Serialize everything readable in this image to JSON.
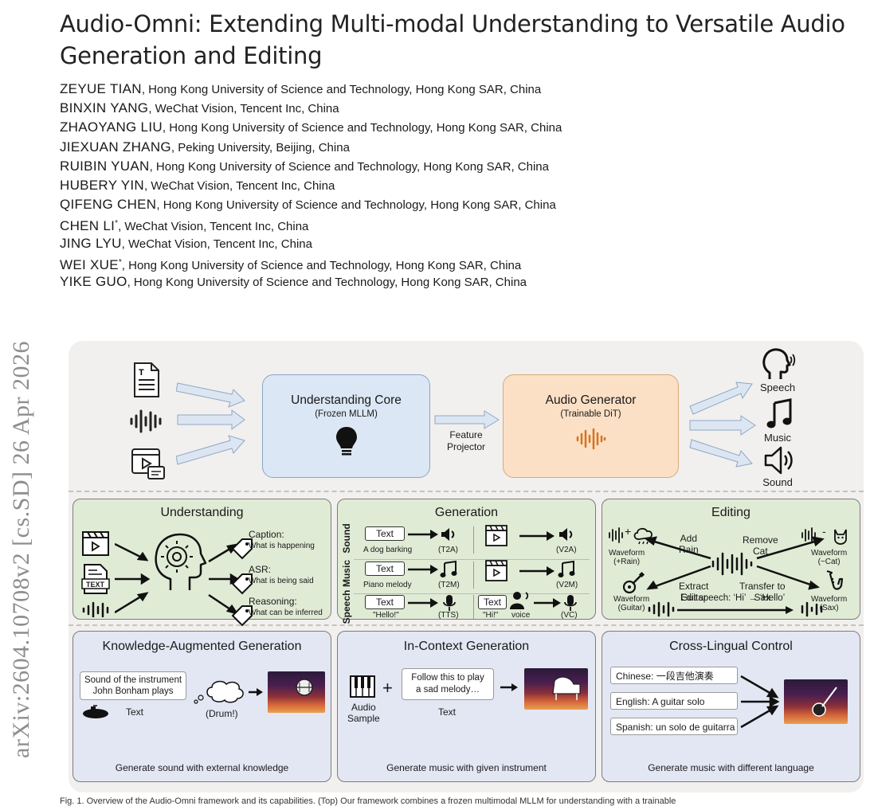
{
  "arxiv_stamp": "arXiv:2604.10708v2  [cs.SD]  26 Apr 2026",
  "title": "Audio-Omni: Extending Multi-modal Understanding to Versatile Audio Generation and Editing",
  "authors": [
    {
      "name": "ZEYUE TIAN",
      "mark": "",
      "affiliation": ", Hong Kong University of Science and Technology, Hong Kong SAR, China"
    },
    {
      "name": "BINXIN YANG",
      "mark": "",
      "affiliation": ", WeChat Vision, Tencent Inc, China"
    },
    {
      "name": "ZHAOYANG LIU",
      "mark": "",
      "affiliation": ", Hong Kong University of Science and Technology, Hong Kong SAR, China"
    },
    {
      "name": "JIEXUAN ZHANG",
      "mark": "",
      "affiliation": ", Peking University, Beijing, China"
    },
    {
      "name": "RUIBIN YUAN",
      "mark": "",
      "affiliation": ", Hong Kong University of Science and Technology, Hong Kong SAR, China"
    },
    {
      "name": "HUBERY YIN",
      "mark": "",
      "affiliation": ", WeChat Vision, Tencent Inc, China"
    },
    {
      "name": "QIFENG CHEN",
      "mark": "",
      "affiliation": ", Hong Kong University of Science and Technology, Hong Kong SAR, China"
    },
    {
      "name": "CHEN LI",
      "mark": "*",
      "affiliation": ", WeChat Vision, Tencent Inc, China"
    },
    {
      "name": "JING LYU",
      "mark": "",
      "affiliation": ", WeChat Vision, Tencent Inc, China"
    },
    {
      "name": "WEI XUE",
      "mark": "*",
      "affiliation": ", Hong Kong University of Science and Technology, Hong Kong SAR, China"
    },
    {
      "name": "YIKE GUO",
      "mark": "",
      "affiliation": ", Hong Kong University of Science and Technology, Hong Kong SAR, China"
    }
  ],
  "figure": {
    "top": {
      "core_title": "Understanding Core",
      "core_sub": "(Frozen MLLM)",
      "projector": "Feature\nProjector",
      "gen_title": "Audio Generator",
      "gen_sub": "(Trainable DiT)",
      "outputs": [
        "Speech",
        "Music",
        "Sound"
      ]
    },
    "understanding": {
      "title": "Understanding",
      "text_icon_label": "TEXT",
      "tags": [
        {
          "head": "Caption:",
          "sub": "What is happening"
        },
        {
          "head": "ASR:",
          "sub": "What is being said"
        },
        {
          "head": "Reasoning:",
          "sub": "What can be inferred"
        }
      ]
    },
    "generation": {
      "title": "Generation",
      "rows": [
        "Sound",
        "Music",
        "Speech"
      ],
      "text_label": "Text",
      "captions": {
        "sound_prompt": "A dog barking",
        "t2a": "(T2A)",
        "v2a": "(V2A)",
        "music_prompt": "Piano melody",
        "t2m": "(T2M)",
        "v2m": "(V2M)",
        "speech_prompt": "\"Hello!\"",
        "tts": "(TTS)",
        "vc_prompt": "\"Hi!\"",
        "voice": "voice",
        "vc": "(VC)"
      }
    },
    "editing": {
      "title": "Editing",
      "add_rain": "Add\nRain",
      "remove_cat": "Remove\nCat",
      "extract_guitar": "Extract\nGuitar",
      "transfer_sax": "Transfer to\nSax",
      "wf_rain": "Waveform\n(+Rain)",
      "wf_cat": "Waveform\n(−Cat)",
      "wf_guitar": "Waveform\n(Guitar)",
      "wf_sax": "Waveform\n(Sax)",
      "plus": "+",
      "minus": "-",
      "edit_speech": "Edit speech: ‘Hi’ → ‘Hello’"
    },
    "knowledge": {
      "title": "Knowledge-Augmented Generation",
      "prompt": "Sound of the instrument\nJohn Bonham plays",
      "text_label": "Text",
      "thought": "(Drum!)",
      "caption": "Generate sound with external knowledge"
    },
    "incontext": {
      "title": "In-Context Generation",
      "audio_label": "Audio\nSample",
      "plus": "+",
      "prompt": "Follow this to play\na sad melody…",
      "text_label": "Text",
      "caption": "Generate music with given instrument"
    },
    "crosslingual": {
      "title": "Cross-Lingual Control",
      "prompts": [
        "Chinese: 一段吉他演奏",
        "English: A guitar solo",
        "Spanish: un solo de guitarra"
      ],
      "caption": "Generate music with different language"
    }
  },
  "caption_text": "Fig. 1. Overview of the Audio-Omni framework and its capabilities. (Top) Our framework combines a frozen multimodal MLLM for understanding with a trainable"
}
